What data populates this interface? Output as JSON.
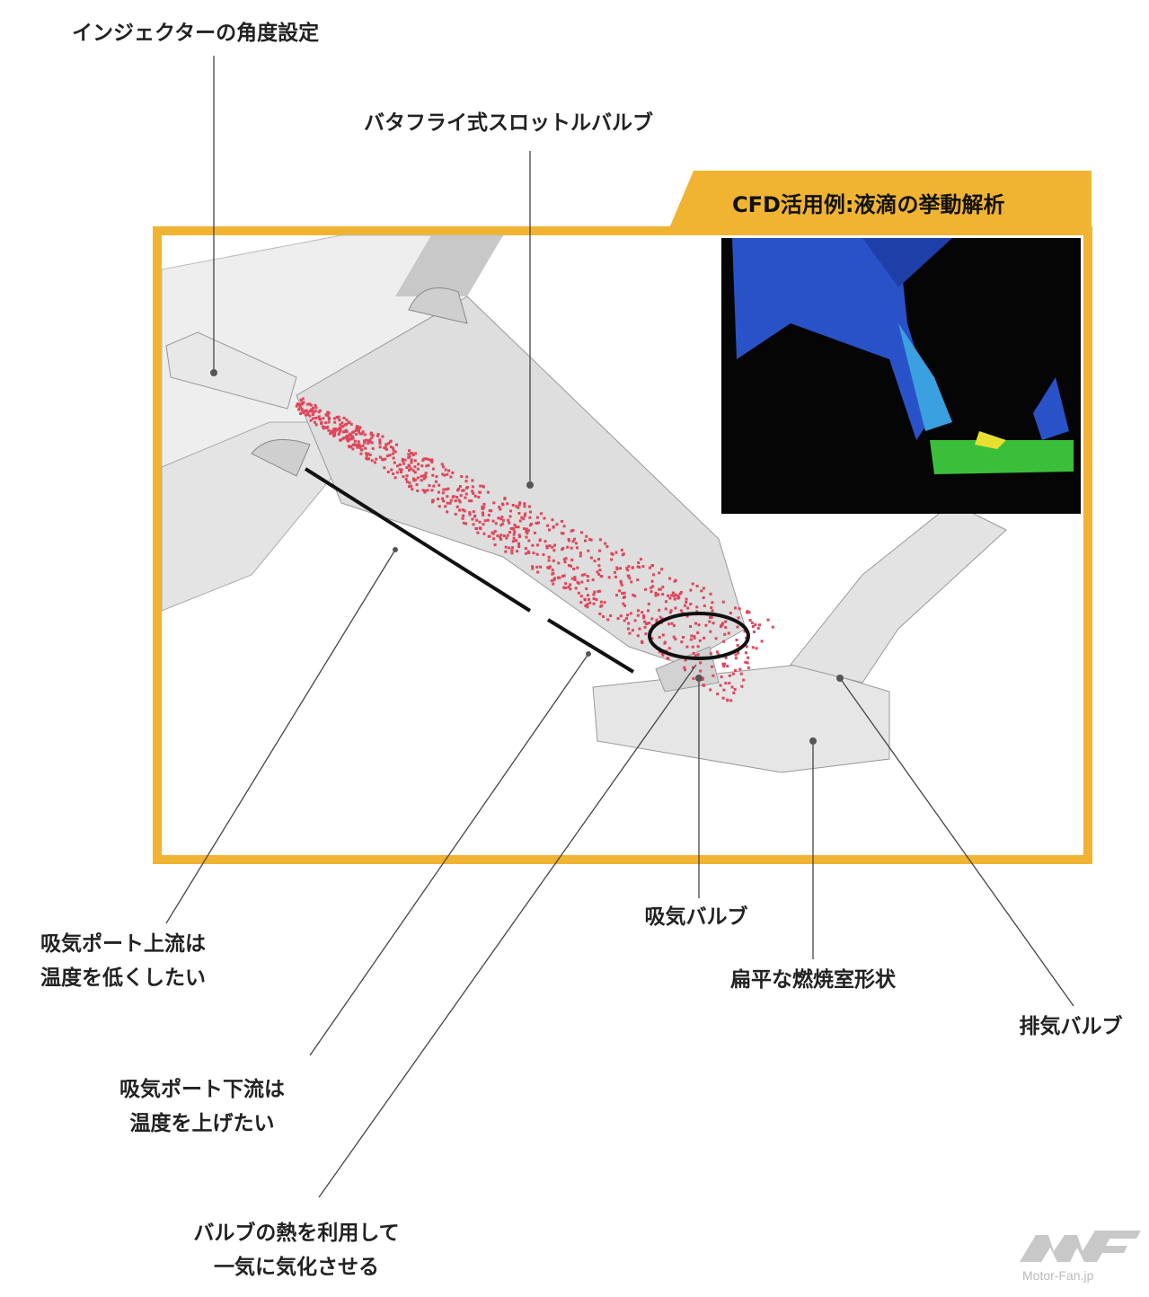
{
  "labels": {
    "injector_angle": "インジェクターの角度設定",
    "throttle_valve": "バタフライ式スロットルバルブ",
    "cfd_title": "CFD活用例:液滴の挙動解析",
    "upstream_line1": "吸気ポート上流は",
    "upstream_line2": "温度を低くしたい",
    "downstream_line1": "吸気ポート下流は",
    "downstream_line2": "温度を上げたい",
    "valve_heat_line1": "バルブの熱を利用して",
    "valve_heat_line2": "一気に気化させる",
    "intake_valve": "吸気バルブ",
    "flat_chamber": "扁平な燃焼室形状",
    "exhaust_valve": "排気バルブ"
  },
  "logo": {
    "text": "Motor-Fan.jp"
  },
  "colors": {
    "frame": "#f0b432",
    "droplets": "#e0455a"
  }
}
